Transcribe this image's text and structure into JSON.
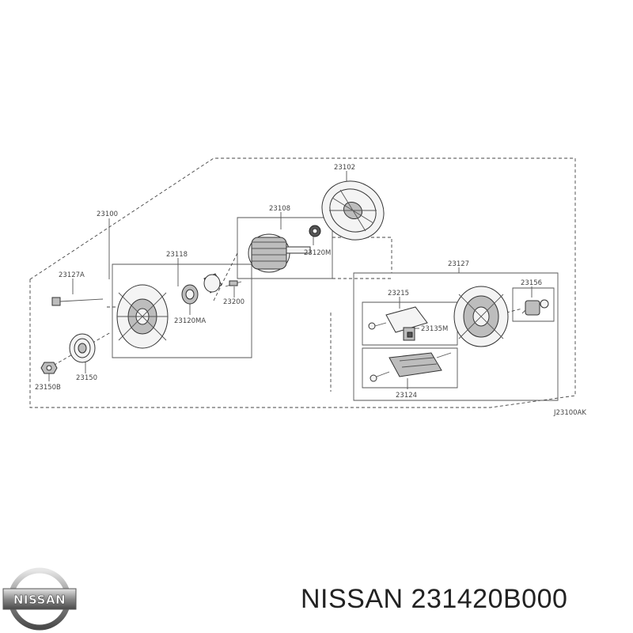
{
  "labels": {
    "l23100": "23100",
    "l23102": "23102",
    "l23108": "23108",
    "l23120m": "23120M",
    "l23118": "23118",
    "l23127a": "23127A",
    "l23120ma": "23120MA",
    "l23200": "23200",
    "l23127": "23127",
    "l23215": "23215",
    "l23156": "23156",
    "l23135m": "23135M",
    "l23150b": "23150B",
    "l23150": "23150",
    "l23124": "23124"
  },
  "diagram_code": "J23100AK",
  "logo_text": "NISSAN",
  "caption": "NISSAN 231420B000"
}
